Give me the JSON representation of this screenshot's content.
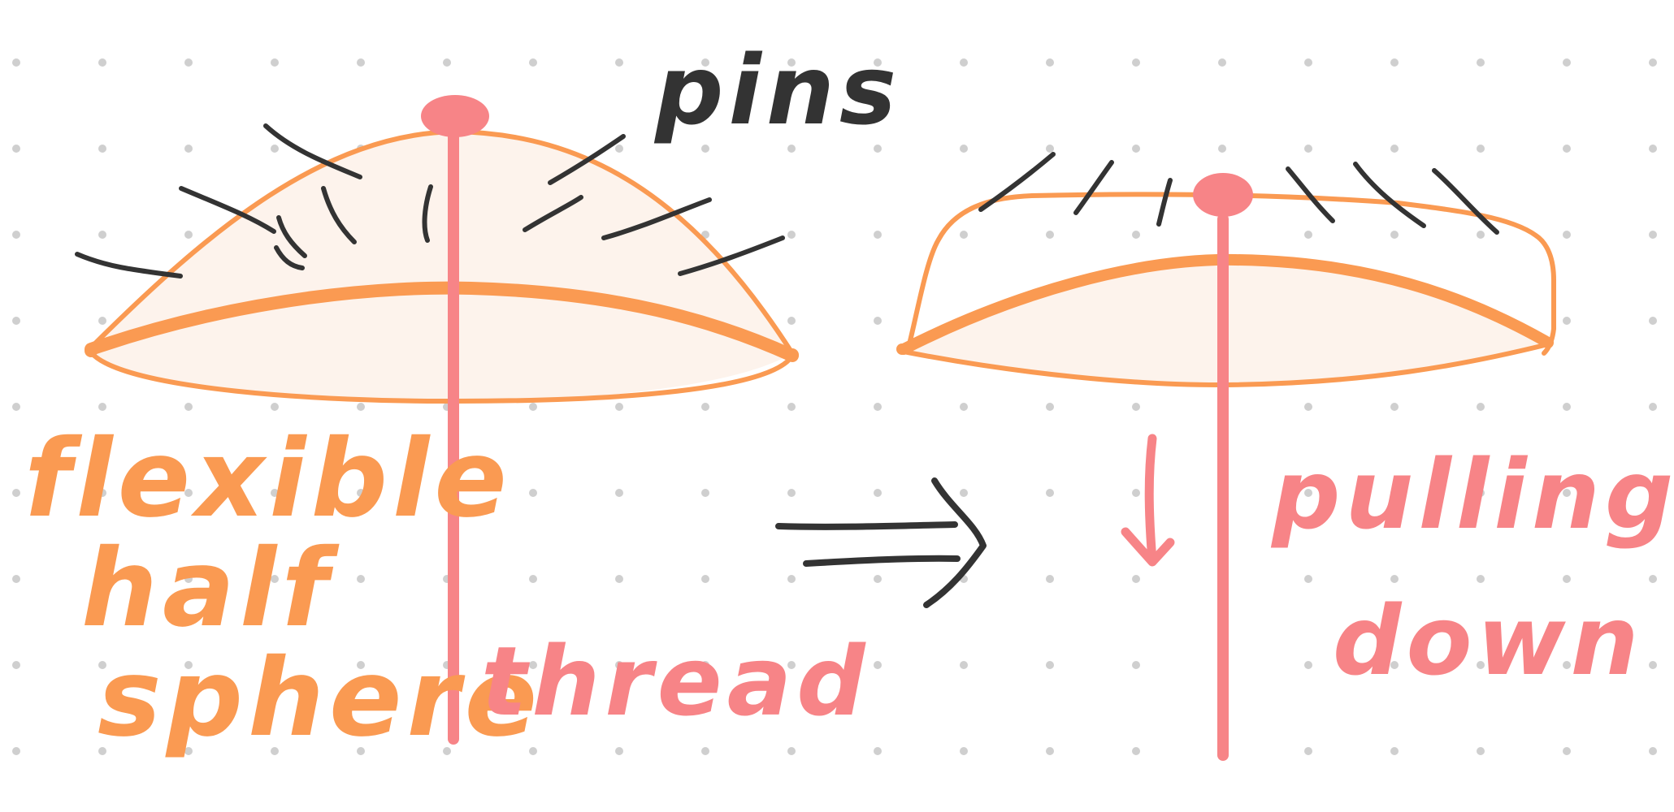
{
  "labels": {
    "pins": "pins",
    "flexible_line1": "flexible",
    "flexible_line2": "half",
    "flexible_line3": "sphere",
    "thread": "thread",
    "pulling_line1": "pulling",
    "pulling_line2": "down"
  },
  "colors": {
    "dome_outline": "#FA9A52",
    "dome_fill": "#FDF3EC",
    "thread": "#F78487",
    "pins": "#333333",
    "dots": "#CFCFCF"
  }
}
